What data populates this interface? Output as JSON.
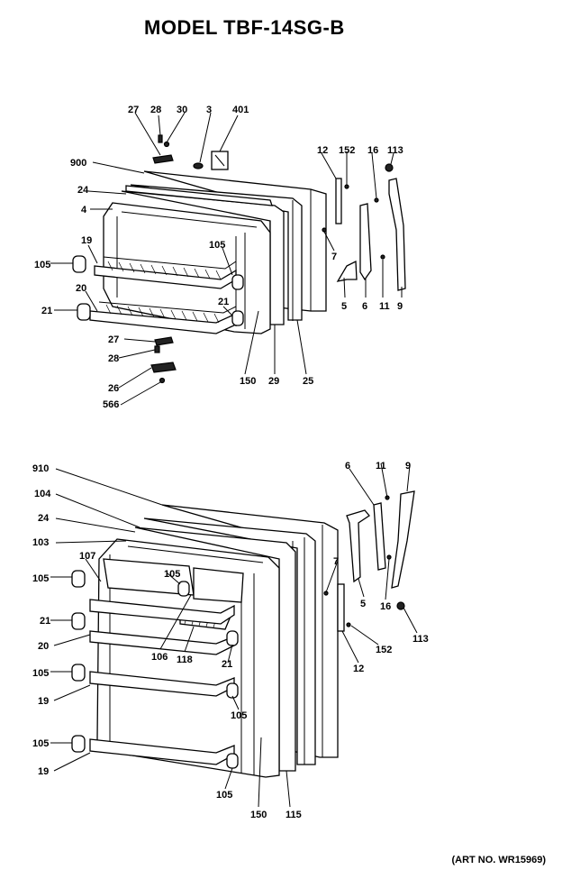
{
  "title": "MODEL TBF-14SG-B",
  "art_number": "(ART NO. WR15969)",
  "top_labels": [
    "27",
    "28",
    "30",
    "3",
    "401",
    "900",
    "24",
    "4",
    "19",
    "105",
    "20",
    "21",
    "105",
    "21",
    "27",
    "28",
    "26",
    "566",
    "150",
    "29",
    "25",
    "12",
    "152",
    "16",
    "113",
    "7",
    "5",
    "6",
    "11",
    "9"
  ],
  "bottom_labels": [
    "910",
    "104",
    "24",
    "103",
    "107",
    "105",
    "105",
    "21",
    "20",
    "106",
    "118",
    "21",
    "105",
    "19",
    "105",
    "105",
    "19",
    "105",
    "150",
    "115",
    "6",
    "11",
    "9",
    "7",
    "5",
    "16",
    "113",
    "152",
    "12"
  ]
}
